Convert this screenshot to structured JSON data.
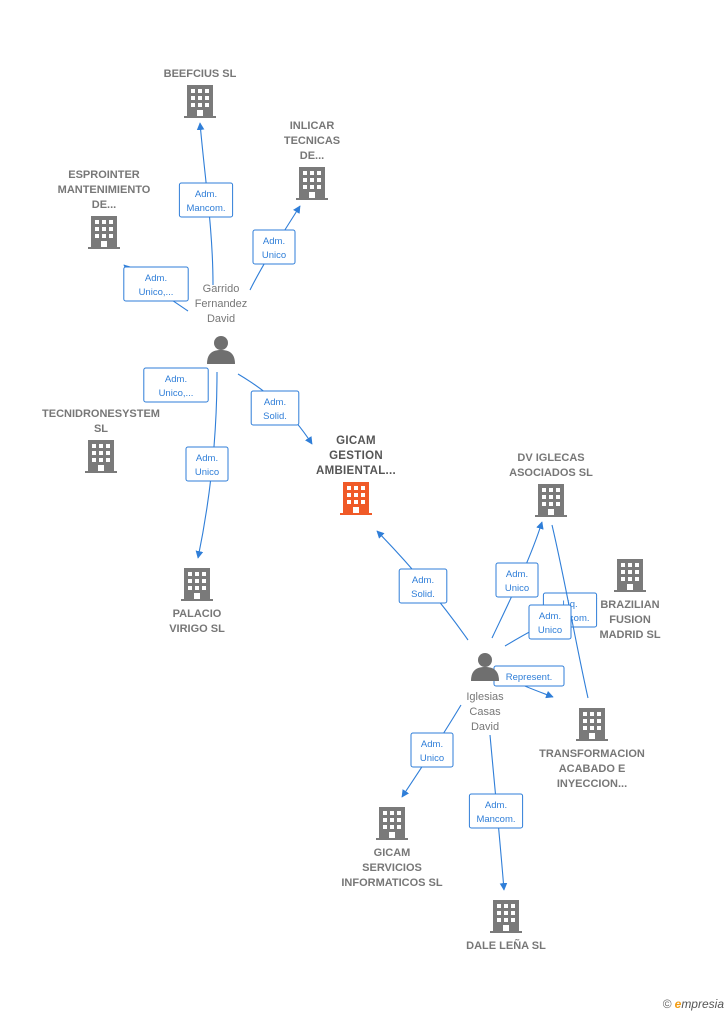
{
  "colors": {
    "edge": "#2f7ed8",
    "company_icon": "#7a7a7a",
    "main_company_icon": "#f05a28",
    "person_icon": "#6f6f6f",
    "label_text": "#777777"
  },
  "nodes": [
    {
      "id": "beefcius",
      "type": "company",
      "lines": [
        "BEEFCIUS SL"
      ]
    },
    {
      "id": "inlicar",
      "type": "company",
      "lines": [
        "INLICAR",
        "TECNICAS",
        "DE..."
      ]
    },
    {
      "id": "esprointer",
      "type": "company",
      "lines": [
        "ESPROINTER",
        "MANTENIMIENTO",
        "DE..."
      ]
    },
    {
      "id": "garrido",
      "type": "person",
      "lines": [
        "Garrido",
        "Fernandez",
        "David"
      ]
    },
    {
      "id": "tecnidrone",
      "type": "company",
      "lines": [
        "TECNIDRONESYSTEM",
        "SL"
      ]
    },
    {
      "id": "gicam",
      "type": "main",
      "lines": [
        "GICAM",
        "GESTION",
        "AMBIENTAL..."
      ]
    },
    {
      "id": "dviglecas",
      "type": "company",
      "lines": [
        "DV IGLECAS",
        "ASOCIADOS SL"
      ]
    },
    {
      "id": "palacio",
      "type": "company",
      "lines": [
        "PALACIO",
        "VIRIGO SL"
      ]
    },
    {
      "id": "brazilian",
      "type": "company",
      "lines": [
        "BRAZILIAN",
        "FUSION",
        "MADRID  SL"
      ]
    },
    {
      "id": "iglesias",
      "type": "person",
      "lines": [
        "Iglesias",
        "Casas",
        "David"
      ]
    },
    {
      "id": "transformacion",
      "type": "company",
      "lines": [
        "TRANSFORMACION",
        "ACABADO E",
        "INYECCION..."
      ]
    },
    {
      "id": "gicamserv",
      "type": "company",
      "lines": [
        "GICAM",
        "SERVICIOS",
        "INFORMATICOS SL"
      ]
    },
    {
      "id": "dalelena",
      "type": "company",
      "lines": [
        "DALE LEÑA SL"
      ]
    }
  ],
  "edges": [
    {
      "from": "garrido",
      "to": "beefcius",
      "label": [
        "Adm.",
        "Mancom."
      ]
    },
    {
      "from": "garrido",
      "to": "inlicar",
      "label": [
        "Adm.",
        "Unico"
      ]
    },
    {
      "from": "garrido",
      "to": "esprointer",
      "label": [
        "Adm.",
        "Unico,..."
      ]
    },
    {
      "from": "garrido",
      "to": "tecnidrone",
      "label": [
        "Adm.",
        "Unico,..."
      ]
    },
    {
      "from": "garrido",
      "to": "gicam",
      "label": [
        "Adm.",
        "Solid."
      ]
    },
    {
      "from": "garrido",
      "to": "palacio",
      "label": [
        "Adm.",
        "Unico"
      ]
    },
    {
      "from": "iglesias",
      "to": "gicam",
      "label": [
        "Adm.",
        "Solid."
      ]
    },
    {
      "from": "iglesias",
      "to": "dviglecas",
      "label": [
        "Adm.",
        "Unico"
      ]
    },
    {
      "from": "iglesias",
      "to": "brazilian",
      "label": [
        "Liq.",
        "Mancom."
      ]
    },
    {
      "from": "iglesias",
      "to": "brazilian2",
      "label": [
        "Adm.",
        "Unico"
      ]
    },
    {
      "from": "iglesias",
      "to": "transformacion",
      "label": [
        "Represent."
      ]
    },
    {
      "from": "iglesias",
      "to": "gicamserv",
      "label": [
        "Adm.",
        "Unico"
      ]
    },
    {
      "from": "iglesias",
      "to": "dalelena",
      "label": [
        "Adm.",
        "Mancom."
      ]
    }
  ],
  "brand": {
    "copyright": "©",
    "first": "e",
    "rest": "mpresia"
  }
}
